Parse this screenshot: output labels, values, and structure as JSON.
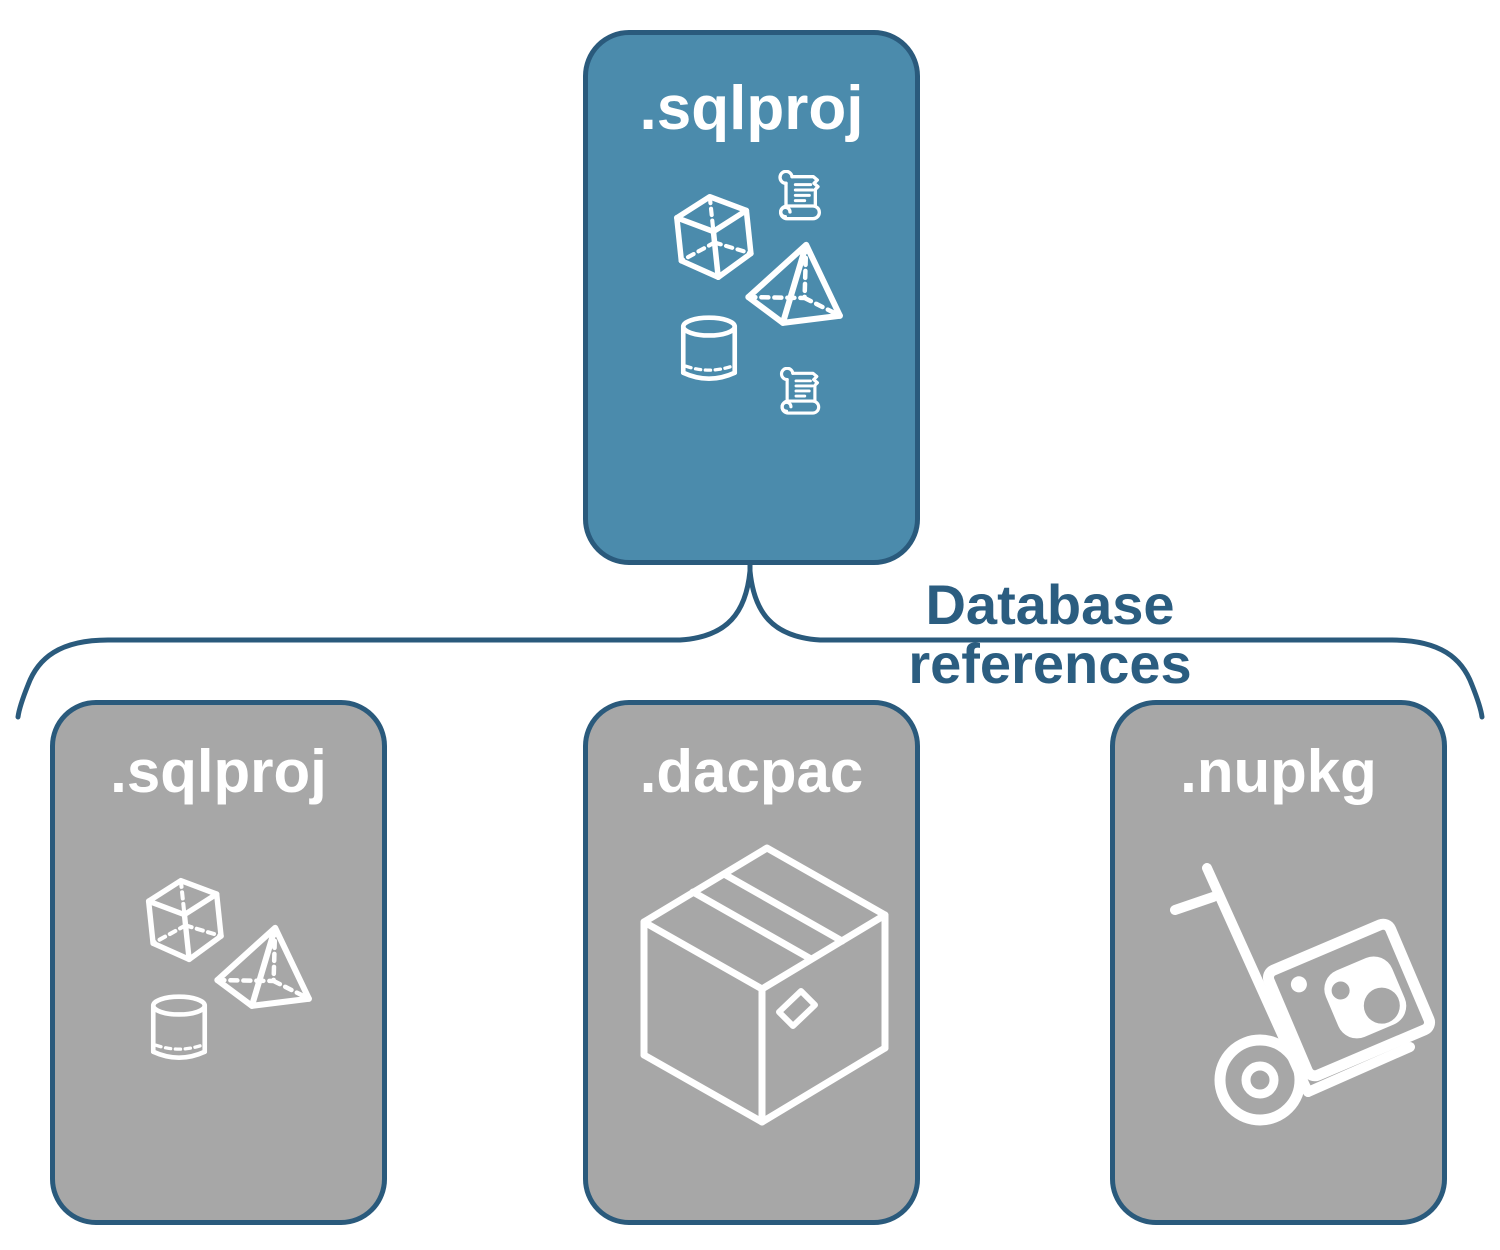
{
  "diagram": {
    "connector": {
      "label": "Database references"
    },
    "colors": {
      "accent_fill": "#4b8bac",
      "node_fill": "#a7a7a7",
      "line": "#2a5a7c",
      "label_text": "#2b5d80",
      "icon": "#ffffff",
      "title_text": "#ffffff"
    },
    "root_node": {
      "label": ".sqlproj",
      "icons": [
        "cube-icon",
        "scroll-icon",
        "pyramid-icon",
        "cylinder-icon",
        "scroll-icon"
      ]
    },
    "child_nodes": [
      {
        "label": ".sqlproj",
        "icons": [
          "cube-icon",
          "pyramid-icon",
          "cylinder-icon"
        ]
      },
      {
        "label": ".dacpac",
        "icons": [
          "package-box-icon"
        ]
      },
      {
        "label": ".nupkg",
        "icons": [
          "hand-truck-icon",
          "nuget-package-icon"
        ]
      }
    ]
  }
}
